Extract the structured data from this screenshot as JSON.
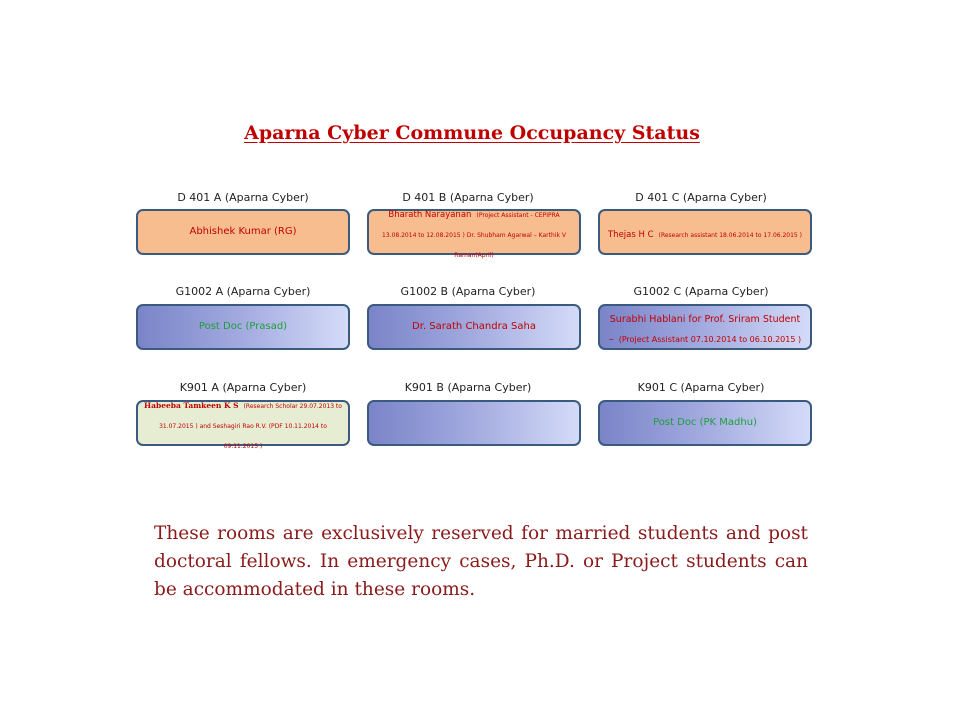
{
  "title": "Aparna Cyber Commune Occupancy Status",
  "colors": {
    "title": "#c00000",
    "occupant_red": "#c00000",
    "occupant_green": "#1e9e3c",
    "border": "#3a5a80",
    "orange_fill": "#f8bd8f",
    "cream_fill": "#e6edd2"
  },
  "rooms": [
    {
      "label": "D 401 A (Aparna Cyber)",
      "occupant": "Abhishek Kumar (RG)",
      "detail": ""
    },
    {
      "label": "D 401 B (Aparna Cyber)",
      "occupant": "Bharath Narayanan",
      "detail": "(Project Assistant - CEPIPRA 13.08.2014 to 12.08.2015 ) Dr. Shubham Agarwal – Karthik V Raman(April)"
    },
    {
      "label": "D 401 C (Aparna Cyber)",
      "occupant": "Thejas H C",
      "detail": "(Research assistant 18.06.2014 to 17.06.2015 )"
    },
    {
      "label": "G1002 A (Aparna Cyber)",
      "occupant": "Post Doc (Prasad)",
      "detail": ""
    },
    {
      "label": "G1002 B (Aparna Cyber)",
      "occupant": "Dr. Sarath Chandra Saha",
      "detail": ""
    },
    {
      "label": "G1002 C (Aparna Cyber)",
      "occupant": "Surabhi Hablani for Prof. Sriram Student –",
      "detail": "(Project Assistant 07.10.2014 to 06.10.2015 )"
    },
    {
      "label": "K901 A (Aparna Cyber)",
      "occupant": "Habeeba Tamkeen K S",
      "detail": "(Research Scholar 29.07.2013 to 31.07.2015 ) and Seshagiri Rao R.V. (PDF 10.11.2014 to 09.11.2015 )"
    },
    {
      "label": "K901 B (Aparna Cyber)",
      "occupant": "",
      "detail": ""
    },
    {
      "label": "K901 C (Aparna Cyber)",
      "occupant": "Post Doc (PK Madhu)",
      "detail": ""
    }
  ],
  "note": "These rooms are exclusively reserved for married students and post doctoral fellows. In emergency cases, Ph.D. or Project students can be accommodated in these rooms."
}
